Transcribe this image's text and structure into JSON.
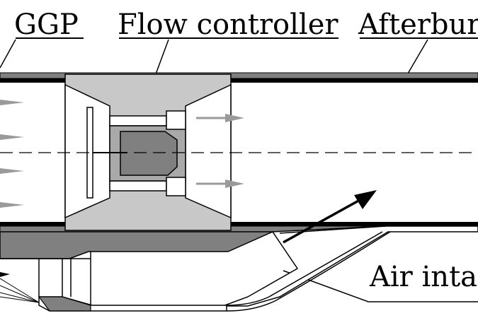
{
  "labels": {
    "ggp": "GGP",
    "flow_controller": "Flow controller",
    "afterburner": "Afterbur",
    "air_intake": "Air inta"
  },
  "colors": {
    "outline": "#000000",
    "light_gray": "#c8c8c8",
    "mid_gray": "#a9a9a9",
    "dark_gray": "#808080",
    "background": "#ffffff"
  }
}
